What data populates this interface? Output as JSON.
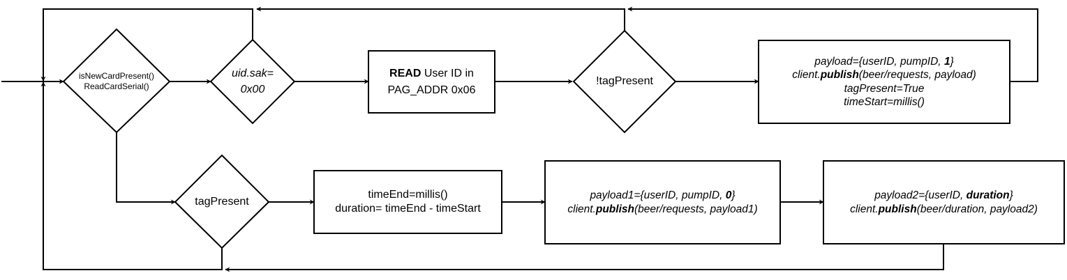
{
  "nodes": {
    "decision_card": {
      "line1": "isNewCardPresent()",
      "line2": "ReadCardSerial()"
    },
    "decision_sak": {
      "line1": "uid.sak=",
      "line2": "0x00"
    },
    "read_user": {
      "bold": "READ",
      "line1_rest": " User ID in",
      "line2": "PAG_ADDR 0x06"
    },
    "decision_not_tag": {
      "text": "!tagPresent"
    },
    "publish_start": {
      "l1_pre": "payload={userID, pumpID, ",
      "l1_bold": "1",
      "l1_post": "}",
      "l2_pre": "client.",
      "l2_bold": "publish",
      "l2_post": "(beer/requests, payload)",
      "l3": "tagPresent=True",
      "l4": "timeStart=millis()"
    },
    "decision_tag": {
      "text": "tagPresent"
    },
    "compute_duration": {
      "line1": "timeEnd=millis()",
      "line2": "duration= timeEnd - timeStart"
    },
    "publish_stop": {
      "l1_pre": "payload1={userID, pumpID, ",
      "l1_bold": "0",
      "l1_post": "}",
      "l2_pre": "client.",
      "l2_bold": "publish",
      "l2_post": "(beer/requests, payload1)"
    },
    "publish_duration": {
      "l1_pre": "payload2={userID, ",
      "l1_bold": "duration",
      "l1_post": "}",
      "l2_pre": "client.",
      "l2_bold": "publish",
      "l2_post": "(beer/duration, payload2)"
    }
  }
}
